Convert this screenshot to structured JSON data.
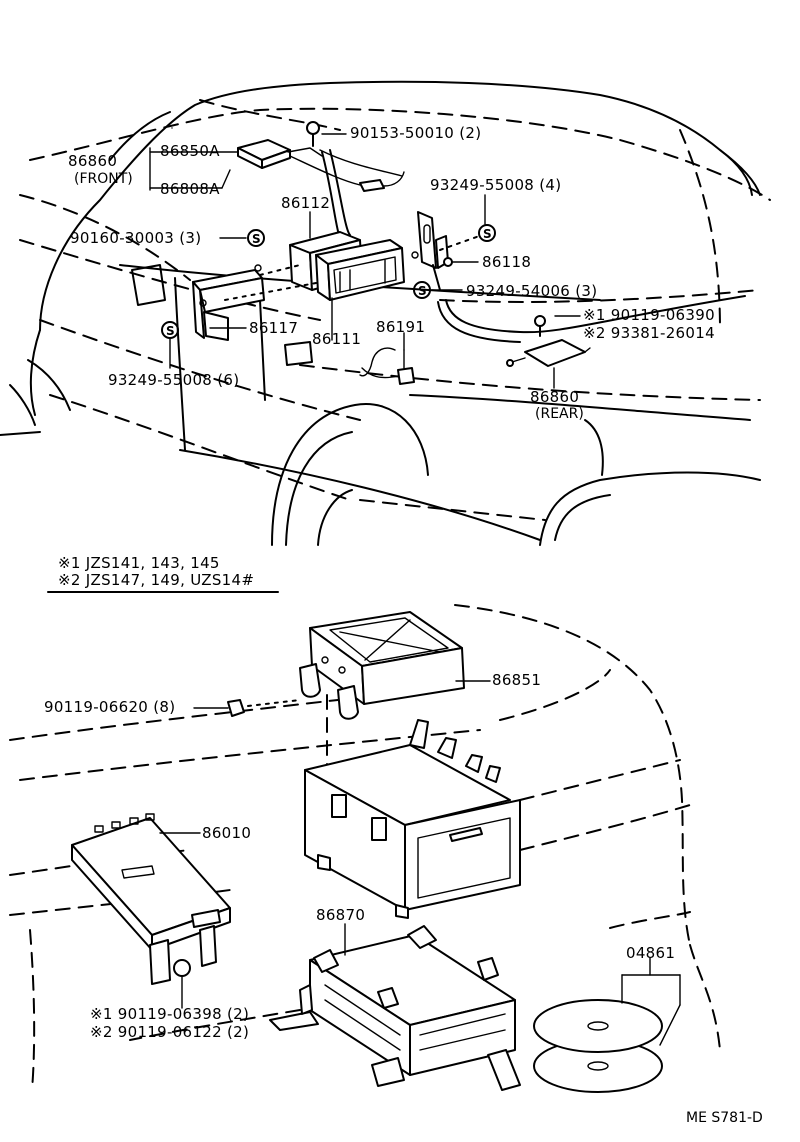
{
  "parts": {
    "p86860_front": "86860",
    "p86860_front_note": "(FRONT)",
    "p86850A": "86850A",
    "p86808A": "86808A",
    "p90153": "90153-50010 (2)",
    "p93249_55008_4": "93249-55008 (4)",
    "p86112": "86112",
    "p90160": "90160-30003 (3)",
    "p86118": "86118",
    "p93249_54006": "93249-54006 (3)",
    "p90119_06390": "※1  90119-06390",
    "p93381": "※2  93381-26014",
    "p86117": "86117",
    "p86111": "86111",
    "p86191": "86191",
    "p93249_55008_6": "93249-55008 (6)",
    "p86860_rear": "86860",
    "p86860_rear_note": "(REAR)",
    "p86851": "86851",
    "p90119_06620": "90119-06620 (8)",
    "p86010": "86010",
    "p86870": "86870",
    "p04861": "04861",
    "p90119_06398": "※1  90119-06398 (2)",
    "p90119_06122": "※2  90119-06122 (2)"
  },
  "legend": {
    "note1": "※1  JZS141, 143, 145",
    "note2": "※2  JZS147, 149, UZS14#"
  },
  "markers": {
    "s": "S"
  },
  "footer": {
    "code": "ME  S781-D"
  }
}
